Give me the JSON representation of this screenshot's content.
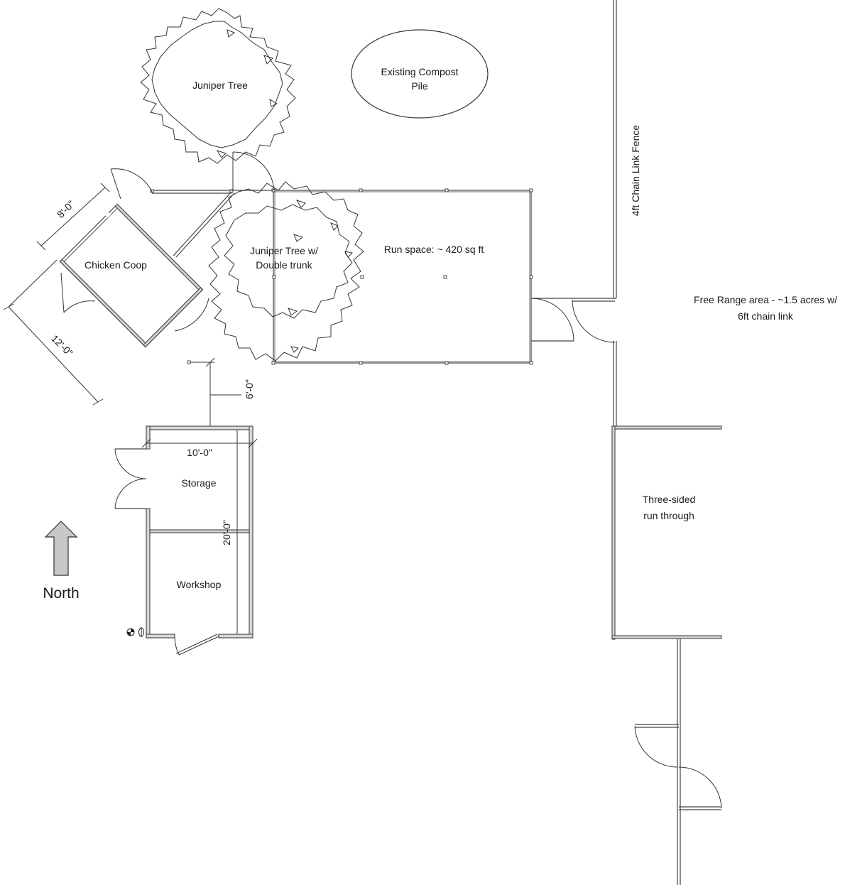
{
  "labels": {
    "juniper_tree": "Juniper Tree",
    "compost": [
      "Existing Compost",
      "Pile"
    ],
    "fence": "4ft Chain Link Fence",
    "double_trunk": [
      "Juniper Tree w/",
      "Double trunk"
    ],
    "run_space": "Run space: ~ 420 sq ft",
    "chicken_coop": "Chicken Coop",
    "free_range": [
      "Free Range area - ~1.5 acres w/",
      "6ft chain link"
    ],
    "storage": "Storage",
    "workshop": "Workshop",
    "three_sided": [
      "Three-sided",
      "run through"
    ],
    "north": "North"
  },
  "dimensions": {
    "coop_width": "8'-0\"",
    "coop_length": "12'-0\"",
    "gap": "6'-0\"",
    "shed_width": "10'-0\"",
    "shed_length": "20'-0\""
  },
  "colors": {
    "line": "#333333",
    "wall_fill": "#d6d6d6",
    "arrow_fill": "#c8c8c8"
  }
}
